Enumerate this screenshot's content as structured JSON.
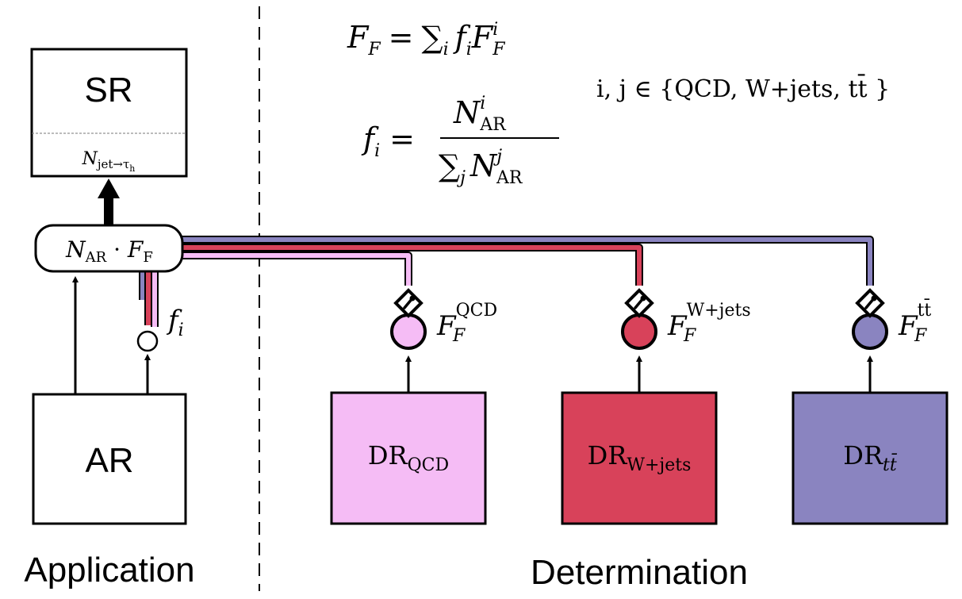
{
  "colors": {
    "qcd": "#f5bcf5",
    "wjets": "#d8425a",
    "ttbar": "#8a84c0",
    "stroke": "#000000",
    "divider": "#000000"
  },
  "regions": {
    "sr": {
      "label": "SR",
      "sub_base": "N",
      "sub_sub": "jet→τ",
      "sub_sub2": "h"
    },
    "ar": {
      "label": "AR"
    },
    "dr": [
      {
        "key": "qcd",
        "base": "DR",
        "sub": "QCD",
        "sup": "QCD"
      },
      {
        "key": "wjets",
        "base": "DR",
        "sub": "W+jets",
        "sup": "W+jets"
      },
      {
        "key": "ttbar",
        "base": "DR",
        "sub": "tt̄",
        "sup": "tt̄"
      }
    ]
  },
  "apply_node": {
    "n": "N",
    "n_sub": "AR",
    "dot": " · ",
    "f": "F",
    "f_sub": "F"
  },
  "fraction_label": {
    "f": "f",
    "sub": "i"
  },
  "ff_symbol": {
    "f": "F",
    "sub": "F"
  },
  "equations": {
    "ff_sum": {
      "lhs": "F",
      "lhs_sub": "F",
      "eq": "=",
      "sum": "∑",
      "sum_sub": "i",
      "f": "f",
      "f_sub": "i",
      "F": "F",
      "F_sub": "F",
      "F_sup": "i"
    },
    "fraction": {
      "lhs": "f",
      "lhs_sub": "i",
      "eq": "=",
      "num": "N",
      "num_sup": "i",
      "num_sub": "AR",
      "den_sum": "∑",
      "den_sub": "j",
      "den": "N",
      "den_sup": "j",
      "den_subscript": "AR"
    },
    "index_set": {
      "text": "i, j ∈ {QCD, W+jets, tt̄ }"
    }
  },
  "sections": {
    "left": "Application",
    "right": "Determination"
  }
}
